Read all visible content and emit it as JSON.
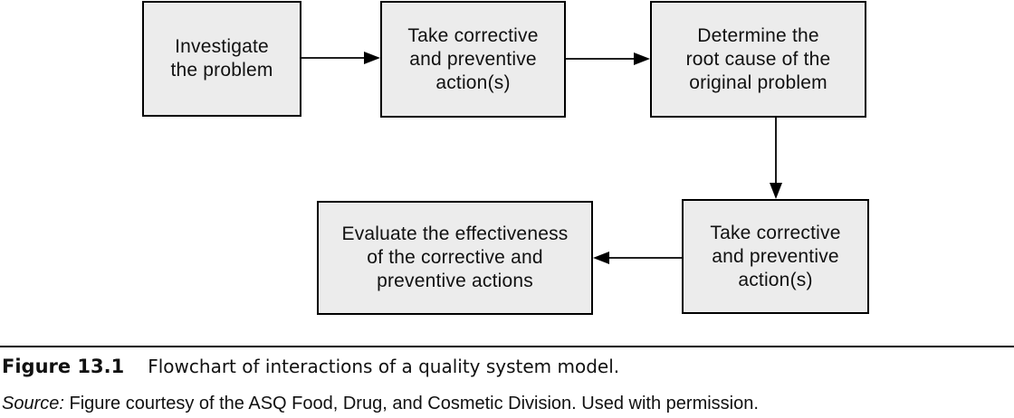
{
  "diagram": {
    "colors": {
      "box_fill": "#ececec",
      "box_border": "#000000",
      "line": "#000000",
      "background": "#ffffff"
    },
    "nodes": [
      {
        "id": "investigate",
        "lines": [
          "Investigate",
          "the problem"
        ]
      },
      {
        "id": "corrective-preventive-1",
        "lines": [
          "Take corrective",
          "and preventive",
          "action(s)"
        ]
      },
      {
        "id": "root-cause",
        "lines": [
          "Determine the",
          "root cause of the",
          "original problem"
        ]
      },
      {
        "id": "corrective-preventive-2",
        "lines": [
          "Take corrective",
          "and preventive",
          "action(s)"
        ]
      },
      {
        "id": "evaluate",
        "lines": [
          "Evaluate the effectiveness",
          "of the corrective and",
          "preventive actions"
        ]
      }
    ],
    "edges": [
      {
        "from": "investigate",
        "to": "corrective-preventive-1",
        "direction": "right"
      },
      {
        "from": "corrective-preventive-1",
        "to": "root-cause",
        "direction": "right"
      },
      {
        "from": "root-cause",
        "to": "corrective-preventive-2",
        "direction": "down"
      },
      {
        "from": "corrective-preventive-2",
        "to": "evaluate",
        "direction": "left"
      }
    ]
  },
  "caption": {
    "figure_label": "Figure 13.1",
    "figure_title": "Flowchart of interactions of a quality system model.",
    "source_label": "Source:",
    "source_text": " Figure courtesy of the ASQ Food, Drug, and Cosmetic Division. Used with permission."
  }
}
